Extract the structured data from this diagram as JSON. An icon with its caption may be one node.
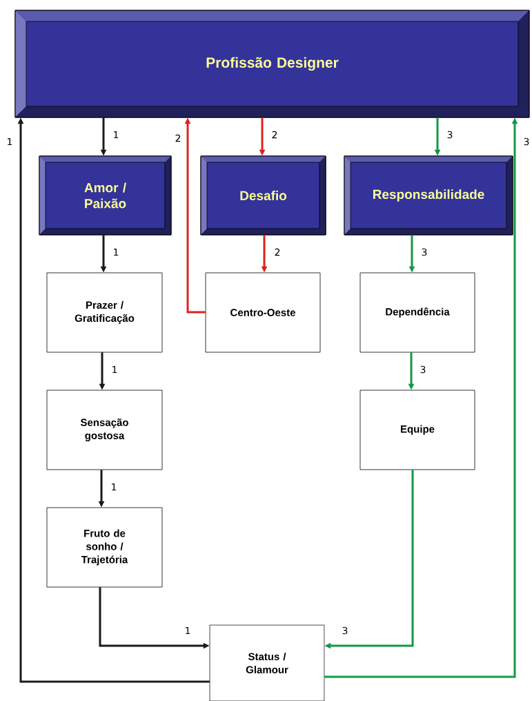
{
  "diagram": {
    "nodes": [
      {
        "text": [
          "Profissão Designer"
        ]
      },
      {
        "text": [
          "Amor / Paixão"
        ]
      },
      {
        "text": [
          "Desafio"
        ]
      },
      {
        "text": [
          "Responsabilidade"
        ]
      },
      {
        "text": [
          "Prazer / Gratificação"
        ]
      },
      {
        "text": [
          "Centro-Oeste"
        ]
      },
      {
        "text": [
          "Dependência"
        ]
      },
      {
        "text": [
          "Sensação gostosa"
        ]
      },
      {
        "text": [
          "Equipe"
        ]
      },
      {
        "text": [
          "Fruto de sonho / Trajetória"
        ]
      },
      {
        "text": [
          "Status / Glamour"
        ]
      }
    ],
    "edges": [
      {
        "from": 0,
        "to": 1,
        "arrow": "to",
        "label": "1"
      },
      {
        "from": 1,
        "to": 4,
        "arrow": "to",
        "label": "1"
      },
      {
        "from": 4,
        "to": 7,
        "arrow": "to",
        "label": "1"
      },
      {
        "from": 7,
        "to": 9,
        "arrow": "to",
        "label": "1"
      },
      {
        "from": 9,
        "to": 10,
        "arrow": "to",
        "label": "1"
      },
      {
        "from": 10,
        "to": 0,
        "arrow": "to",
        "label": "1"
      },
      {
        "from": 0,
        "to": 2,
        "arrow": "to",
        "label": "2",
        "color": "#e02020"
      },
      {
        "from": 2,
        "to": 5,
        "arrow": "to",
        "label": "2",
        "color": "#e02020"
      },
      {
        "from": 5,
        "to": 0,
        "arrow": "to",
        "label": "2",
        "color": "#e02020"
      },
      {
        "from": 0,
        "to": 3,
        "arrow": "to",
        "label": "3",
        "color": "#119944"
      },
      {
        "from": 3,
        "to": 6,
        "arrow": "to",
        "label": "3",
        "color": "#119944"
      },
      {
        "from": 6,
        "to": 8,
        "arrow": "to",
        "label": "3",
        "color": "#119944"
      },
      {
        "from": 8,
        "to": 10,
        "arrow": "to",
        "label": "3",
        "color": "#119944"
      },
      {
        "from": 10,
        "to": 0,
        "arrow": "to",
        "label": "3",
        "color": "#119944"
      }
    ]
  }
}
